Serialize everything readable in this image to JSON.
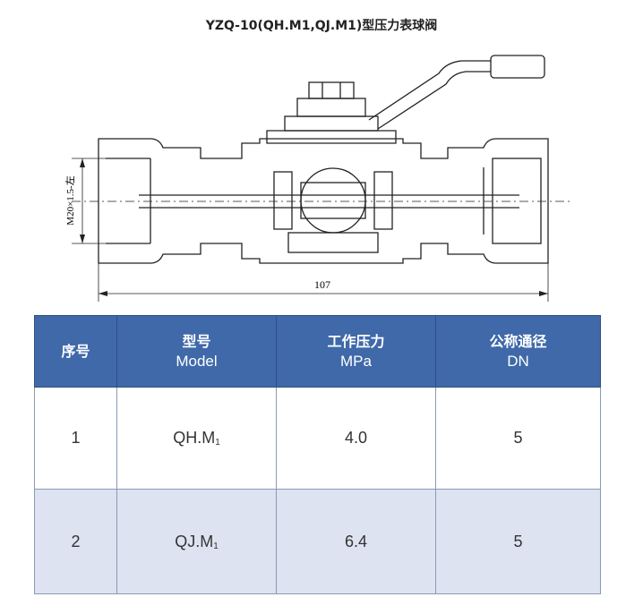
{
  "title": "YZQ-10(QH.M1,QJ.M1)型压力表球阀",
  "drawing": {
    "thread_label": "M20×1.5-左",
    "length_label": "107"
  },
  "table": {
    "headers": [
      {
        "zh": "序号",
        "en": ""
      },
      {
        "zh": "型号",
        "en": "Model"
      },
      {
        "zh": "工作压力",
        "en": "MPa"
      },
      {
        "zh": "公称通径",
        "en": "DN"
      }
    ],
    "rows": [
      {
        "no": "1",
        "model": "QH.M",
        "model_sub": "1",
        "pressure": "4.0",
        "dn": "5"
      },
      {
        "no": "2",
        "model": "QJ.M",
        "model_sub": "1",
        "pressure": "6.4",
        "dn": "5"
      }
    ]
  }
}
